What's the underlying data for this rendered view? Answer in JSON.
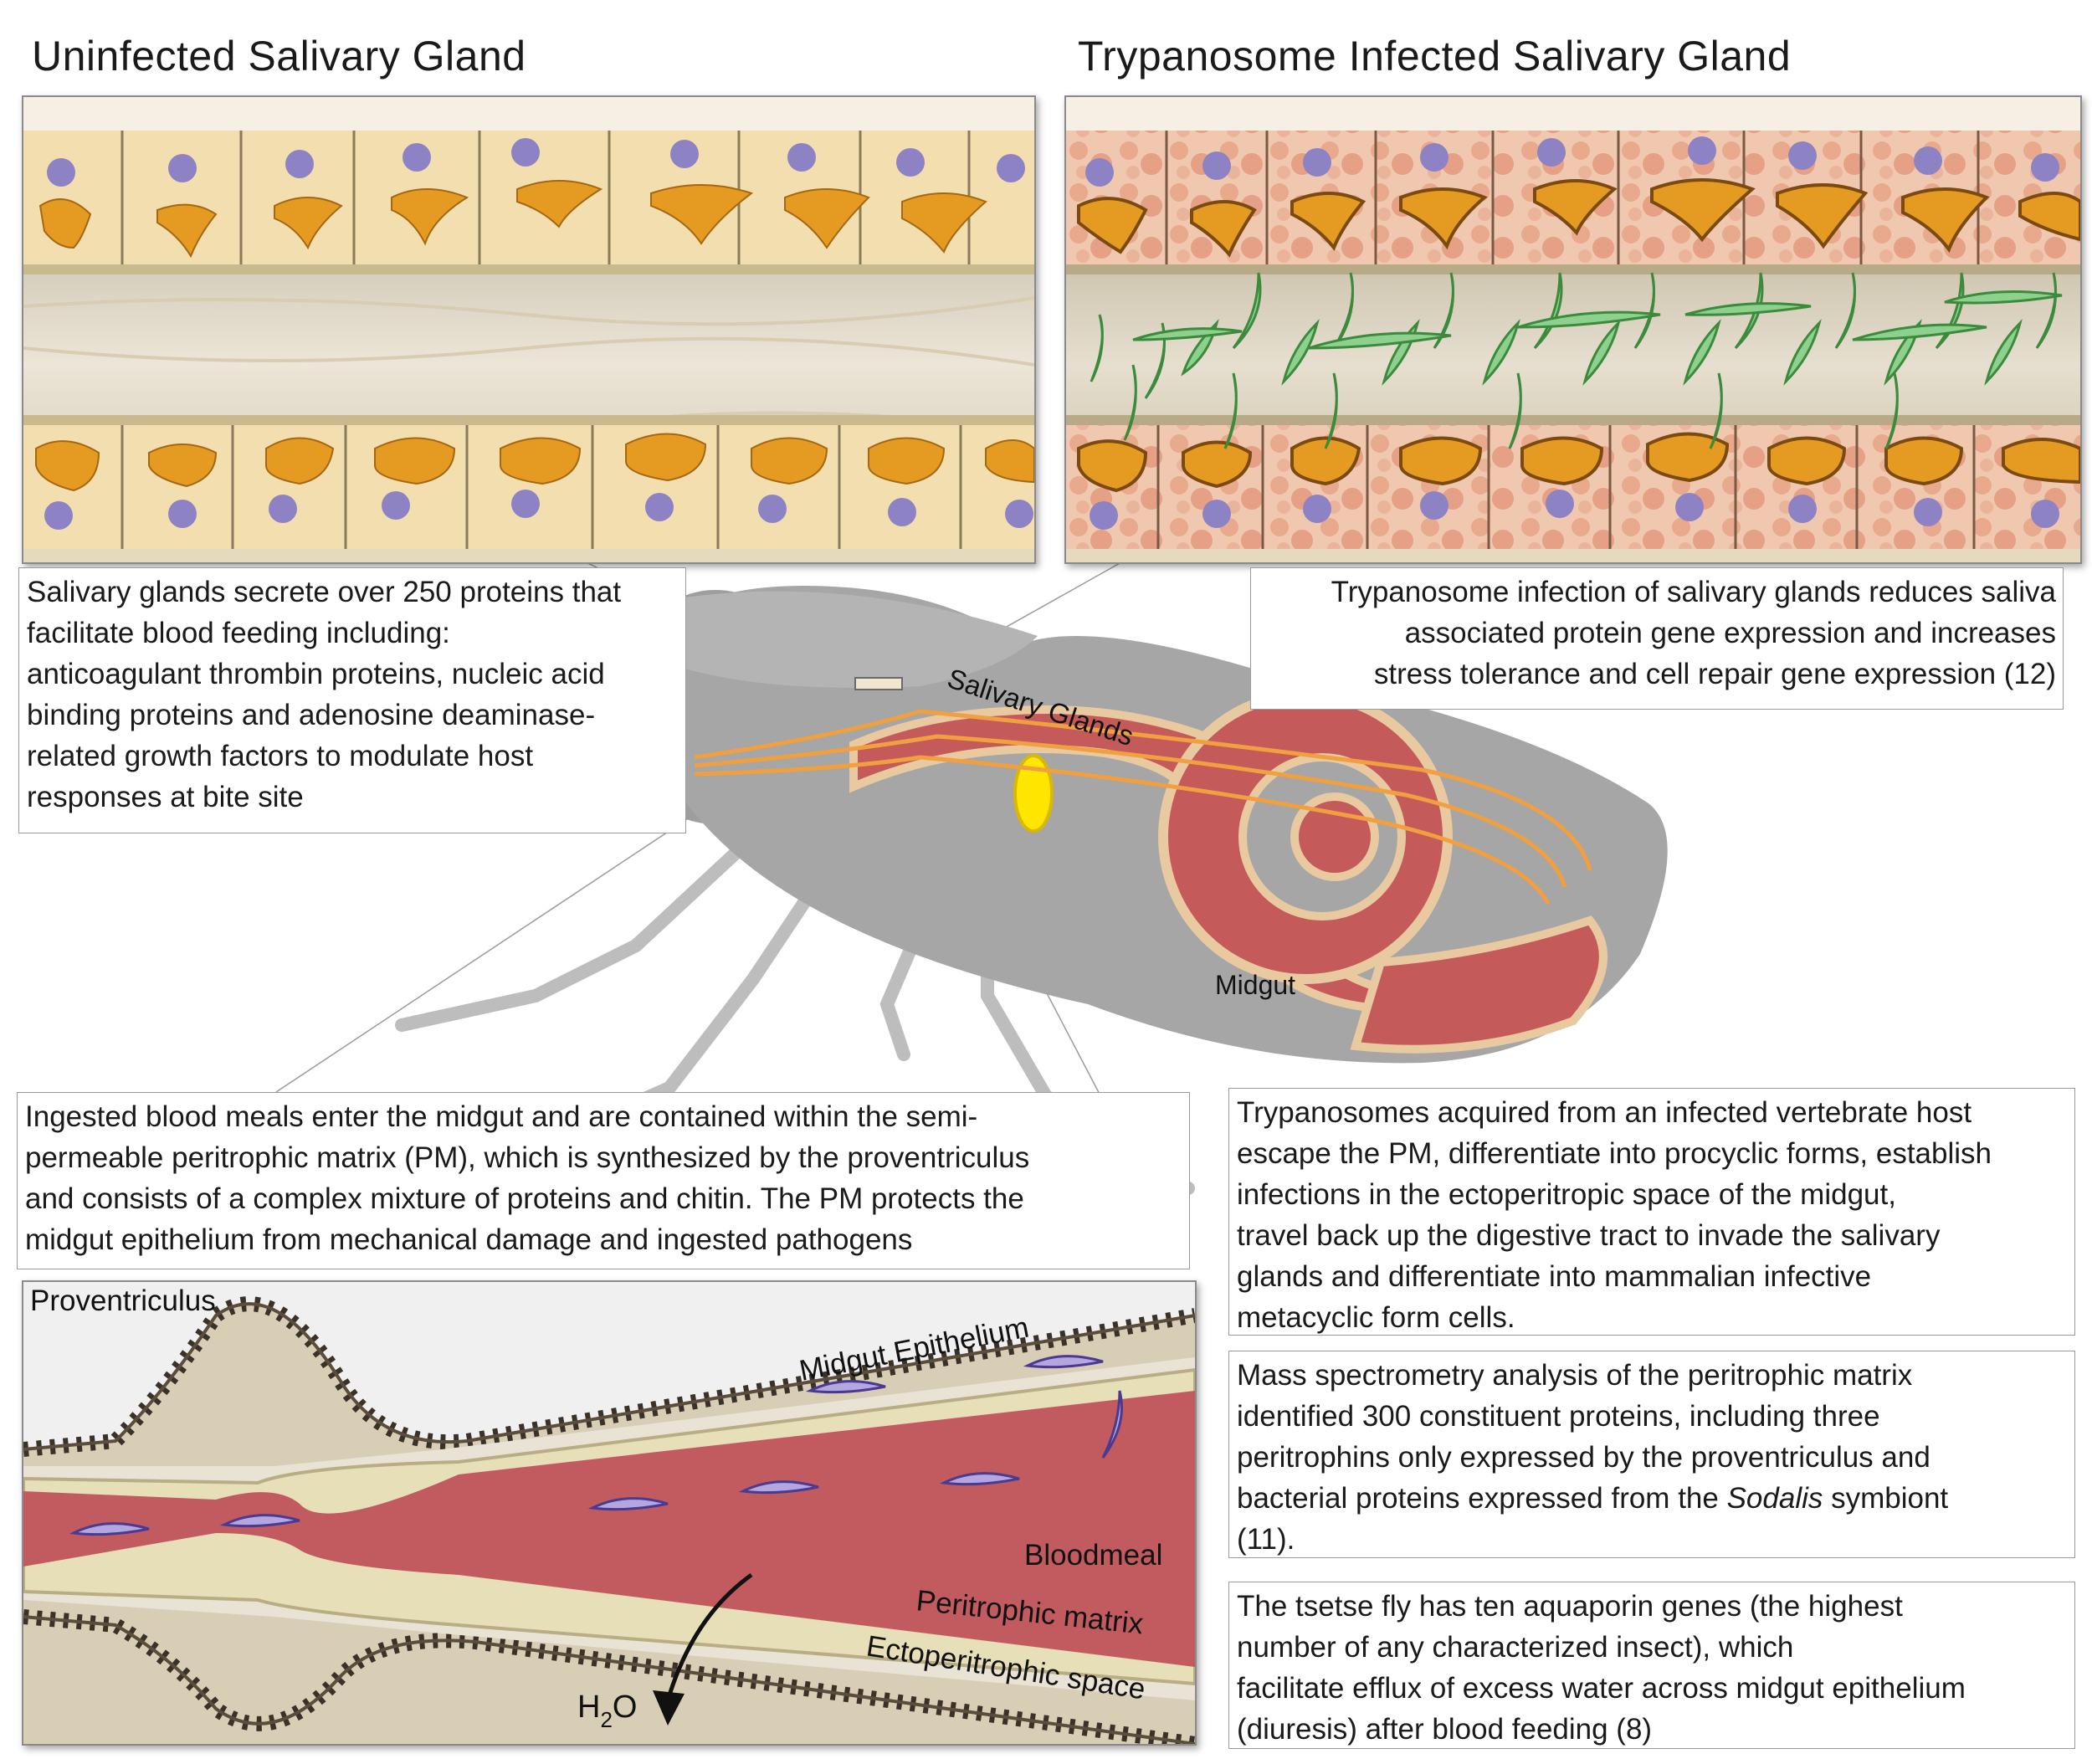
{
  "titles": {
    "uninfected": "Uninfected Salivary Gland",
    "infected": "Trypanosome Infected Salivary Gland"
  },
  "fly": {
    "salivary_glands_label": "Salivary Glands",
    "midgut_label": "Midgut"
  },
  "gut_section": {
    "proventriculus": "Proventriculus",
    "midgut_epithelium": "Midgut Epithelium",
    "bloodmeal": "Bloodmeal",
    "peritrophic_matrix": "Peritrophic matrix",
    "ectoperitrophic_space": "Ectoperitrophic space",
    "water_h": "H",
    "water_sub": "2",
    "water_o": "O"
  },
  "boxes": {
    "salivary_left": [
      "Salivary glands secrete over 250 proteins that",
      "facilitate blood feeding including:",
      "anticoagulant thrombin proteins, nucleic acid",
      "binding proteins and adenosine deaminase-",
      "related growth factors to modulate host",
      "responses at bite site"
    ],
    "salivary_right": [
      "Trypanosome infection of salivary glands reduces saliva",
      "associated protein gene expression and increases",
      "stress tolerance and cell repair gene expression (12)"
    ],
    "bloodmeal": [
      "Ingested blood meals enter the midgut and are contained within the semi-",
      "permeable peritrophic matrix (PM), which is synthesized by the proventriculus",
      "and consists of a complex mixture of proteins and chitin. The PM protects the",
      "midgut epithelium from mechanical damage and ingested pathogens"
    ],
    "trypanosomes": [
      "Trypanosomes acquired from an infected vertebrate host",
      "escape the PM, differentiate into procyclic forms, establish",
      "infections in the ectoperitropic space of the midgut,",
      "travel back up the digestive tract to invade the salivary",
      "glands and differentiate into mammalian infective",
      "metacyclic form cells."
    ],
    "mass_spec": {
      "line1": "Mass spectrometry analysis of the peritrophic matrix",
      "line2": "identified 300 constituent proteins, including three",
      "line3": "peritrophins only expressed by the proventriculus and",
      "line4_pre": "bacterial proteins expressed from the ",
      "line4_italic": "Sodalis",
      "line4_post": " symbiont",
      "line5": "(11)."
    },
    "aquaporin": [
      "The tsetse fly has ten aquaporin genes (the highest",
      "number of any characterized insect), which",
      "facilitate efflux of excess water across midgut epithelium",
      "(diuresis) after blood feeding (8)"
    ]
  }
}
